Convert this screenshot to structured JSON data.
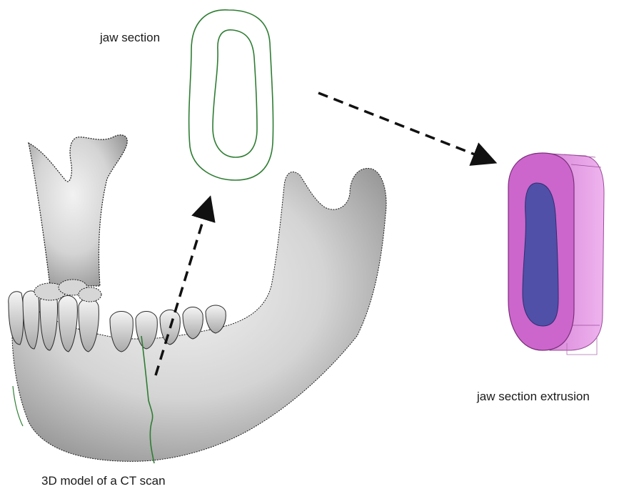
{
  "labels": {
    "jaw_section": "jaw section",
    "jaw_section_extrusion": "jaw section extrusion",
    "ct_model": "3D model of a CT scan"
  },
  "colors": {
    "background": "#ffffff",
    "bone": "#d9d9d9",
    "bone_shadow": "#8c8c8c",
    "section_outline": "#2e7d32",
    "extrusion_outer": "#cc66cc",
    "extrusion_side": "#e699e6",
    "extrusion_inner": "#5050a8",
    "arrow": "#111111"
  },
  "icons": {
    "mandible": "mandible-3d-model-icon",
    "section": "jaw-section-outline-icon",
    "extrusion": "extruded-section-icon",
    "arrows": "dashed-arrow-icon"
  }
}
